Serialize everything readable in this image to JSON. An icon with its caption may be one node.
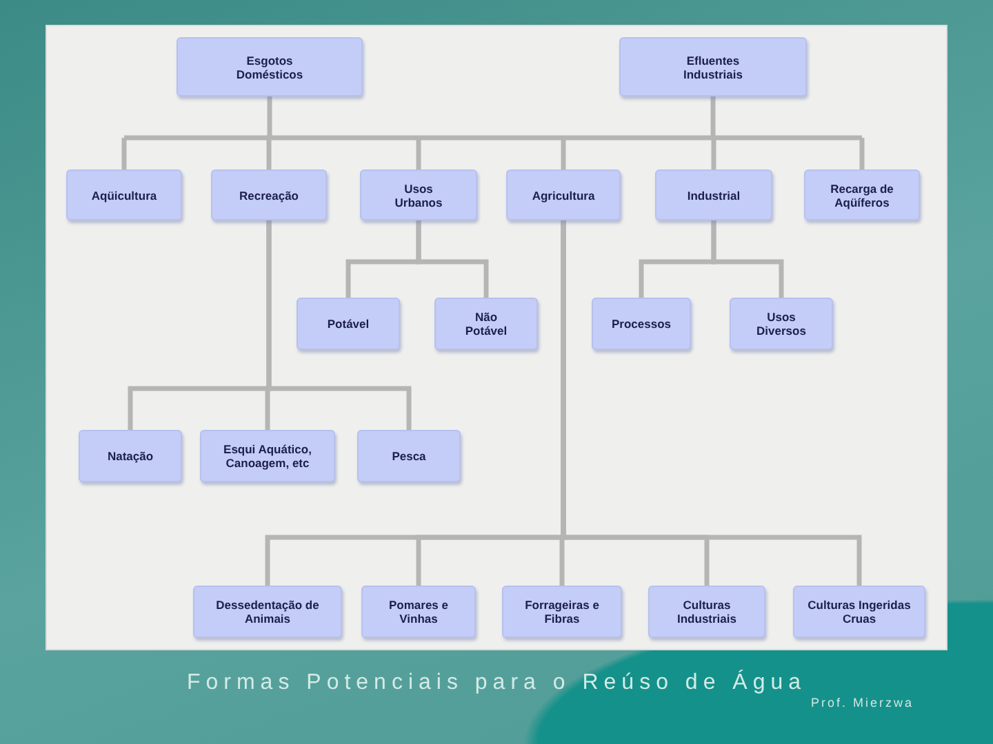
{
  "diagram": {
    "caption": "Formas Potenciais para o Reúso de Água",
    "nodes": [
      {
        "text": [
          "Esgotos Domésticos"
        ]
      },
      {
        "text": [
          "Efluentes Industriais"
        ]
      },
      {
        "text": [
          "Aqüicultura"
        ]
      },
      {
        "text": [
          "Recreação"
        ]
      },
      {
        "text": [
          "Usos Urbanos"
        ]
      },
      {
        "text": [
          "Agricultura"
        ]
      },
      {
        "text": [
          "Industrial"
        ]
      },
      {
        "text": [
          "Recarga de Aqüíferos"
        ]
      },
      {
        "text": [
          "Potável"
        ]
      },
      {
        "text": [
          "Não Potável"
        ]
      },
      {
        "text": [
          "Processos"
        ]
      },
      {
        "text": [
          "Usos Diversos"
        ]
      },
      {
        "text": [
          "Natação"
        ]
      },
      {
        "text": [
          "Esqui Aquático, Canoagem, etc"
        ]
      },
      {
        "text": [
          "Pesca"
        ]
      },
      {
        "text": [
          "Dessedentação de Animais"
        ]
      },
      {
        "text": [
          "Pomares e Vinhas"
        ]
      },
      {
        "text": [
          "Forrageiras e Fibras"
        ]
      },
      {
        "text": [
          "Culturas Industriais"
        ]
      },
      {
        "text": [
          "Culturas Ingeridas Cruas"
        ]
      }
    ],
    "edges": [
      {
        "from": 0,
        "to": 2,
        "arrow": "none"
      },
      {
        "from": 0,
        "to": 3,
        "arrow": "none"
      },
      {
        "from": 0,
        "to": 4,
        "arrow": "none"
      },
      {
        "from": 0,
        "to": 5,
        "arrow": "none"
      },
      {
        "from": 0,
        "to": 6,
        "arrow": "none"
      },
      {
        "from": 0,
        "to": 7,
        "arrow": "none"
      },
      {
        "from": 1,
        "to": 2,
        "arrow": "none"
      },
      {
        "from": 1,
        "to": 3,
        "arrow": "none"
      },
      {
        "from": 1,
        "to": 4,
        "arrow": "none"
      },
      {
        "from": 1,
        "to": 5,
        "arrow": "none"
      },
      {
        "from": 1,
        "to": 6,
        "arrow": "none"
      },
      {
        "from": 1,
        "to": 7,
        "arrow": "none"
      },
      {
        "from": 4,
        "to": 8,
        "arrow": "none"
      },
      {
        "from": 4,
        "to": 9,
        "arrow": "none"
      },
      {
        "from": 6,
        "to": 10,
        "arrow": "none"
      },
      {
        "from": 6,
        "to": 11,
        "arrow": "none"
      },
      {
        "from": 3,
        "to": 12,
        "arrow": "none"
      },
      {
        "from": 3,
        "to": 13,
        "arrow": "none"
      },
      {
        "from": 3,
        "to": 14,
        "arrow": "none"
      },
      {
        "from": 5,
        "to": 15,
        "arrow": "none"
      },
      {
        "from": 5,
        "to": 16,
        "arrow": "none"
      },
      {
        "from": 5,
        "to": 17,
        "arrow": "none"
      },
      {
        "from": 5,
        "to": 18,
        "arrow": "none"
      },
      {
        "from": 5,
        "to": 19,
        "arrow": "none"
      }
    ],
    "labels": [
      "Prof. Mierzwa"
    ]
  }
}
